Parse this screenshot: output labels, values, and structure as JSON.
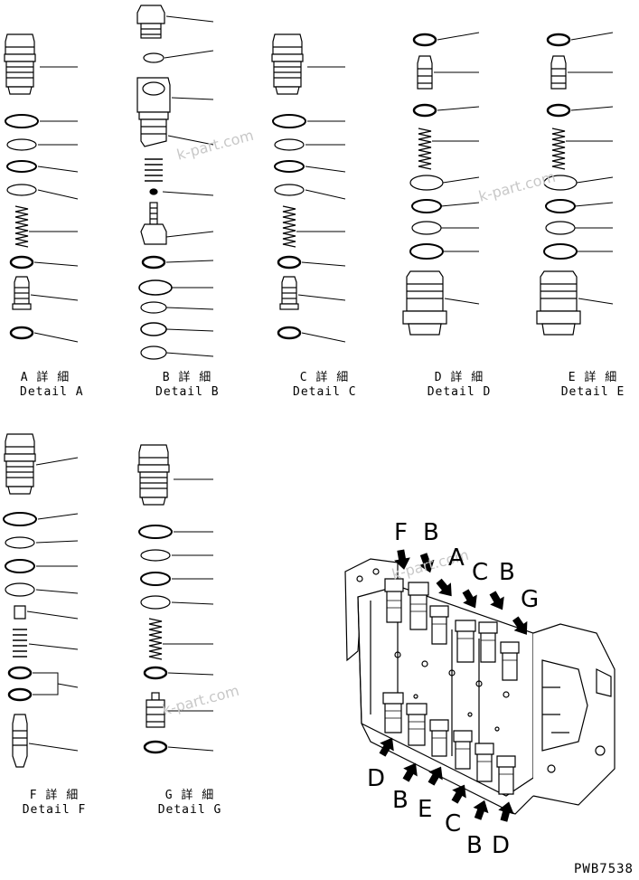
{
  "details": [
    {
      "id": "A",
      "title_jp": "A 詳 細",
      "title_en": "Detail A"
    },
    {
      "id": "B",
      "title_jp": "B 詳 細",
      "title_en": "Detail B"
    },
    {
      "id": "C",
      "title_jp": "C 詳 細",
      "title_en": "Detail C"
    },
    {
      "id": "D",
      "title_jp": "D 詳 細",
      "title_en": "Detail D"
    },
    {
      "id": "E",
      "title_jp": "E 詳 細",
      "title_en": "Detail E"
    },
    {
      "id": "F",
      "title_jp": "F 詳 細",
      "title_en": "Detail F"
    },
    {
      "id": "G",
      "title_jp": "G 詳 細",
      "title_en": "Detail G"
    }
  ],
  "callout_letters": {
    "top": [
      "F",
      "B",
      "A",
      "C",
      "B",
      "G"
    ],
    "bottom": [
      "D",
      "B",
      "E",
      "C",
      "B",
      "D"
    ]
  },
  "watermark": "k-part.com",
  "drawing_code": "PWB7538"
}
